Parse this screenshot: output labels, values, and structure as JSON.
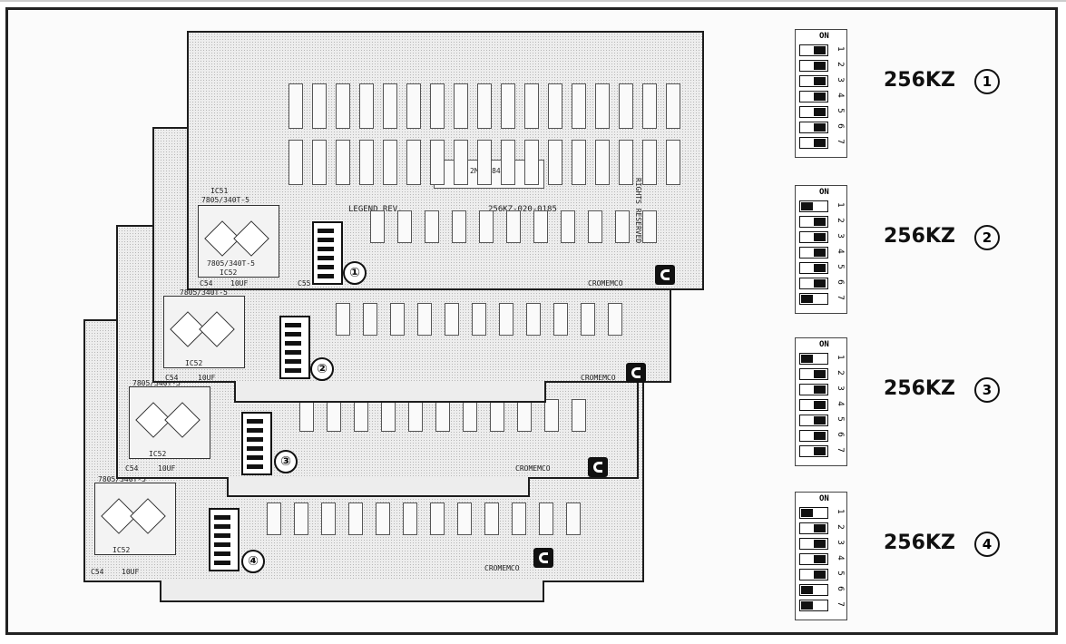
{
  "board_texts": {
    "legend": "LEGEND REV.",
    "part_number": "256KZ-020-0185",
    "maker": "CROMEMCO",
    "regulator_part": "7805/340T-5",
    "regulator_ic1": "IC51",
    "regulator_ic2": "IC52",
    "chip_2mb": "2MB2Z84",
    "rights": "RIGHTS RESERVED",
    "cap_label": "C54",
    "cap_value": "10UF",
    "cap_label2": "C55"
  },
  "markers": [
    "①",
    "②",
    "③",
    "④"
  ],
  "switch_on_label": "ON",
  "switch_numbers": [
    "1",
    "2",
    "3",
    "4",
    "5",
    "6",
    "7"
  ],
  "settings": [
    {
      "label": "256KZ",
      "number": "1",
      "positions": [
        "off",
        "off",
        "off",
        "off",
        "off",
        "off",
        "off"
      ]
    },
    {
      "label": "256KZ",
      "number": "2",
      "positions": [
        "on",
        "off",
        "off",
        "off",
        "off",
        "off",
        "on"
      ]
    },
    {
      "label": "256KZ",
      "number": "3",
      "positions": [
        "on",
        "off",
        "off",
        "off",
        "off",
        "off",
        "off"
      ]
    },
    {
      "label": "256KZ",
      "number": "4",
      "positions": [
        "on",
        "off",
        "off",
        "off",
        "off",
        "on",
        "on"
      ]
    }
  ],
  "colors": {
    "ink": "#111111",
    "board": "#ededed",
    "frame": "#222222"
  }
}
